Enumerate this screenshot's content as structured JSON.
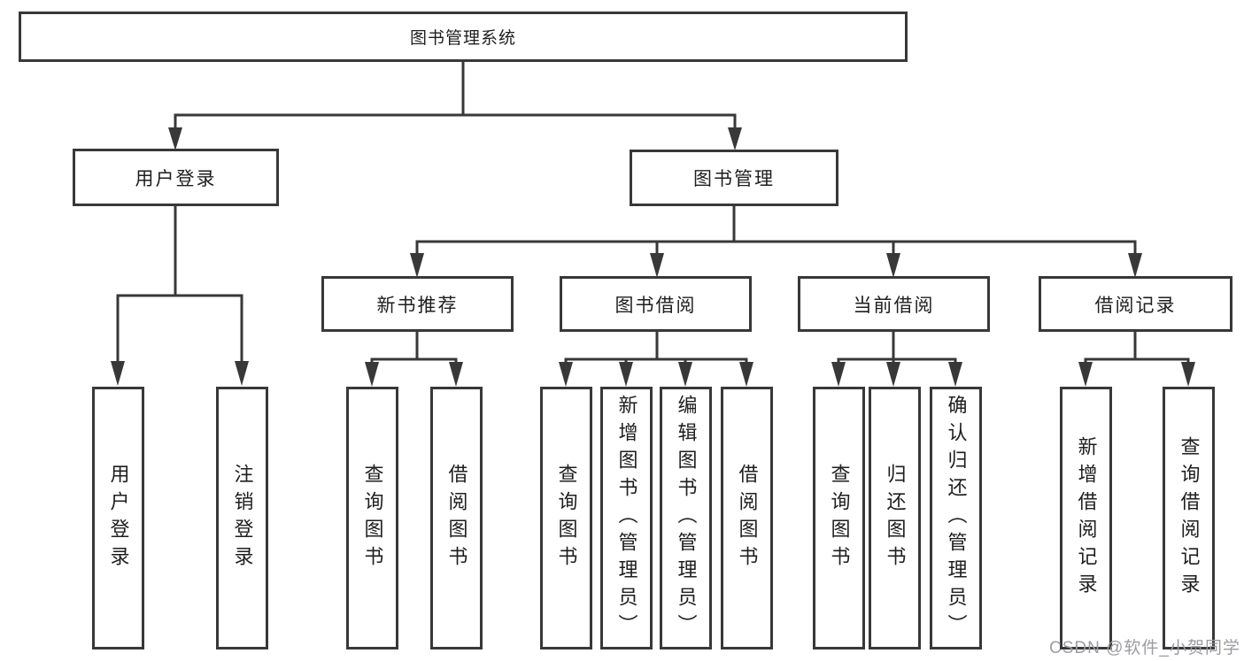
{
  "tree": {
    "root": {
      "label": "图书管理系统"
    },
    "level2": [
      {
        "label": "用户登录"
      },
      {
        "label": "图书管理"
      }
    ],
    "level3": [
      {
        "label": "新书推荐"
      },
      {
        "label": "图书借阅"
      },
      {
        "label": "当前借阅"
      },
      {
        "label": "借阅记录"
      }
    ],
    "leaves": {
      "user_login": [
        "用户登录",
        "注销登录"
      ],
      "new_books": [
        "查询图书",
        "借阅图书"
      ],
      "book_borrow": [
        "查询图书",
        "新增图书（管理员）",
        "编辑图书（管理员）",
        "借阅图书"
      ],
      "current_borrow": [
        "查询图书",
        "归还图书",
        "确认归还（管理员）"
      ],
      "borrow_records": [
        "新增借阅记录",
        "查询借阅记录"
      ]
    }
  },
  "watermark": "CSDN @软件_小贺同学",
  "colors": {
    "line": "#383838",
    "text": "#1e1e1e",
    "watermark": "#9b9ba3",
    "background": "#ffffff"
  }
}
